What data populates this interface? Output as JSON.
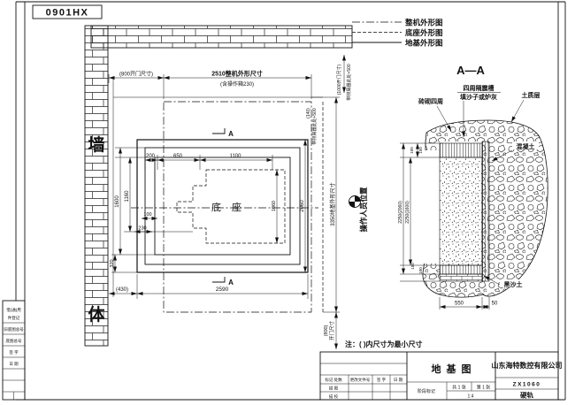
{
  "frame": {
    "model_label": "0901HX",
    "note": "注：( )内尺寸为最小尺寸"
  },
  "colors": {
    "line": "#111111",
    "paper": "#ffffff"
  },
  "legend": {
    "machine": "整机外形图",
    "base": "底座外形图",
    "foundation": "地基外形图"
  },
  "wall": {
    "top_char": "墙",
    "bottom_char": "体"
  },
  "plan": {
    "base_label": "底座",
    "marker_a_top": "A",
    "marker_a_bottom": "A",
    "operator": "操作人员位置",
    "dim_door_left": "(800开门尺寸)",
    "dim_machine": "2510整机外形尺寸",
    "dim_machine_sub": "(含操作箱230)",
    "dim_200": "200",
    "dim_650": "650",
    "dim_1100": "1100",
    "dim_1600": "1600",
    "dim_1160": "1160",
    "dim_100": "100",
    "dim_230": "230",
    "dim_320": "320",
    "dim_430": "(430)",
    "dim_2590": "2590",
    "dim_1060": "1060",
    "dim_2060": "2060",
    "dim_140": "(140)",
    "chip_note_top": "带排屑器此处+500",
    "chip_note_mid": "带排屑器此处+500",
    "dim_door_right": "(1000开门尺寸)",
    "dim_found_len": "3350地基外形尺寸",
    "dim_door_bottom": "(800)",
    "dim_door_bottom_label": "开门尺寸"
  },
  "section": {
    "title": "A—A",
    "label_trench": "四周隔震槽",
    "label_fill": "填沙子或炉灰",
    "label_brick": "砖砌四周",
    "label_soil": "土质层",
    "label_concrete": "混凝土",
    "label_bottom": "黑沙土",
    "dim_t100": "100",
    "dim_t150": "150",
    "dim_b150": "150",
    "dim_b100": "100",
    "dim_depth_outer": "2250(2060)",
    "dim_depth_inner": "2250(1600)",
    "dim_550": "550",
    "dim_50": "50"
  },
  "titleblock": {
    "drawing_title": "地基图",
    "company": "山东海特数控有限公司",
    "drawing_no": "ZX1060",
    "variant": "硬轨",
    "col_mark": "标记 处数",
    "col_file": "更改文件号",
    "col_sign": "签 字",
    "col_date": "日 期",
    "row_tracing": "描 图",
    "row_check": "描 校",
    "stage": "阶段标记",
    "sheets": "共 1 张",
    "sheet_no": "第 1 张",
    "scale": "1:4"
  },
  "side_table": {
    "r1a": "借(通)用",
    "r1b": "件登记",
    "r2": "旧底图总号",
    "r3": "底图总号",
    "r4": "签 字",
    "r5": "日 期"
  }
}
